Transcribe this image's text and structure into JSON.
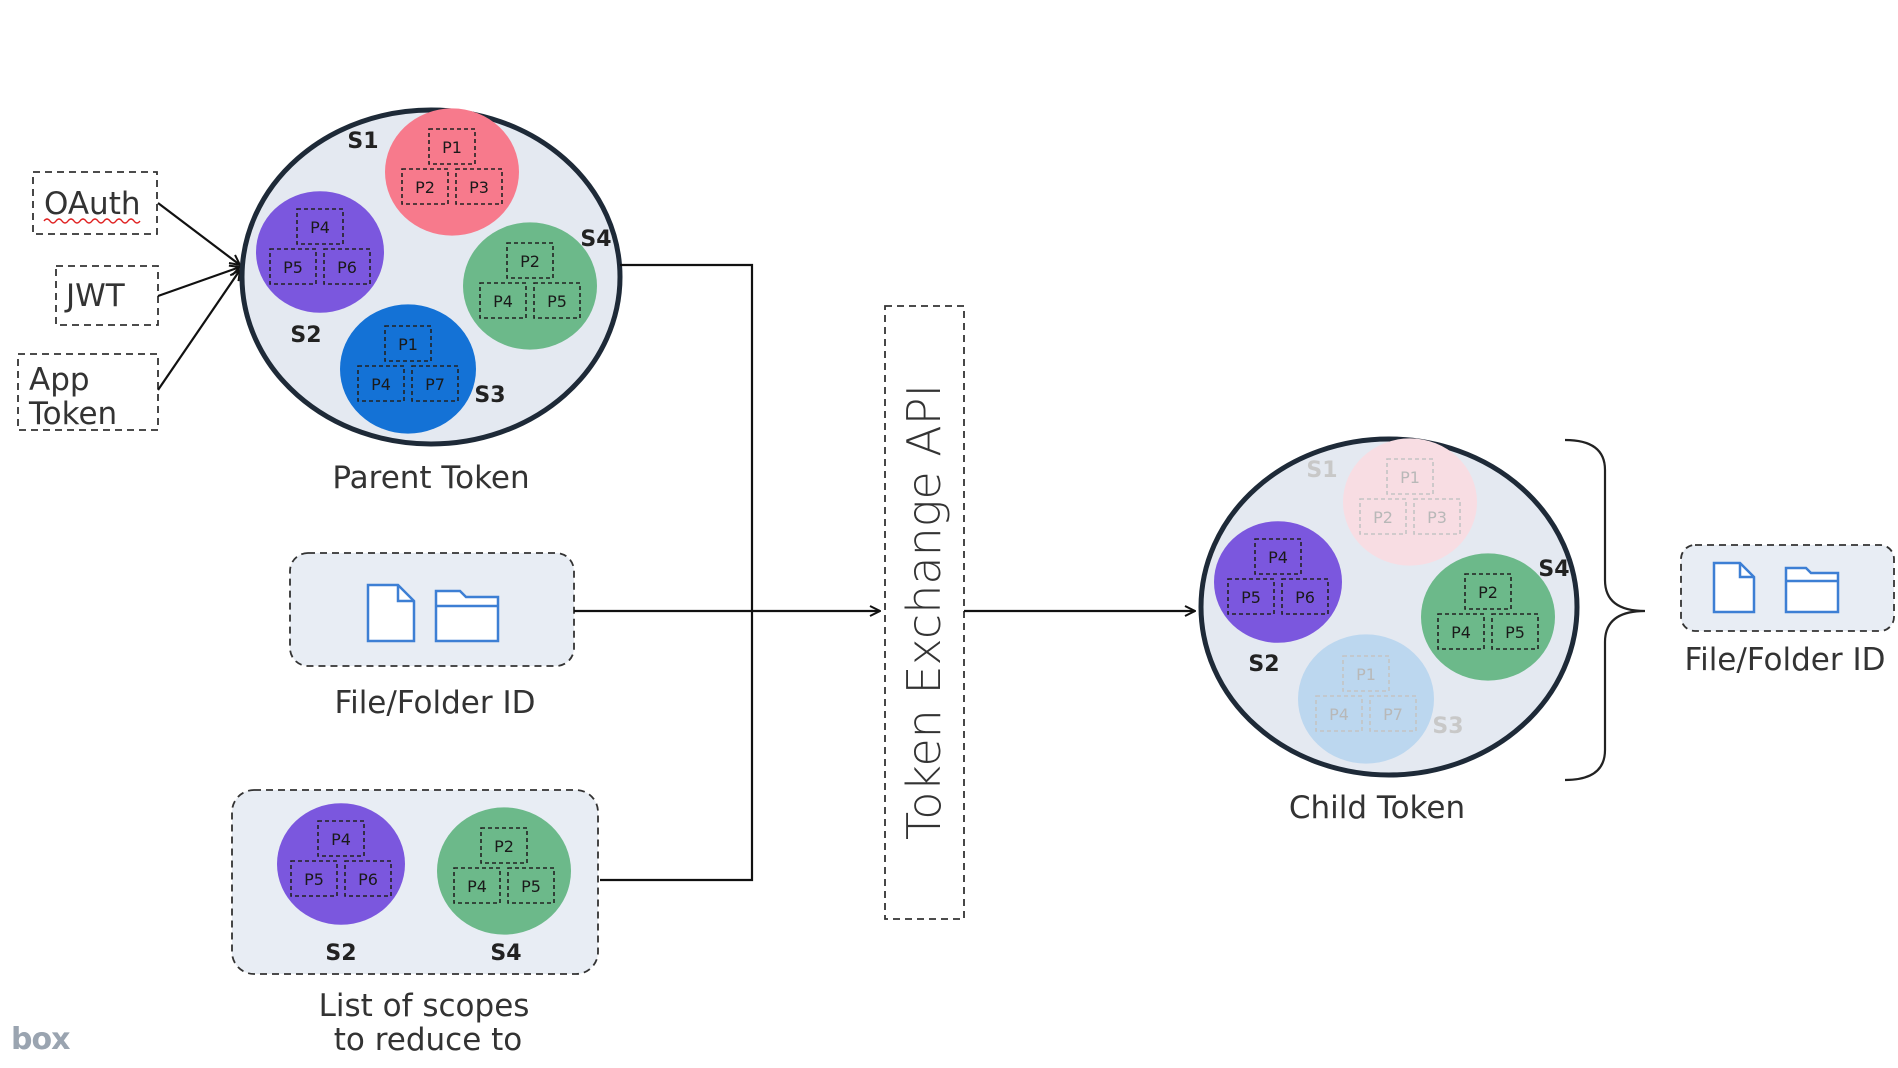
{
  "inputs": {
    "oauth": "OAuth",
    "jwt": "JWT",
    "app_token_line1": "App",
    "app_token_line2": "Token"
  },
  "parent_token": {
    "label": "Parent Token",
    "scopes": [
      {
        "name": "S1",
        "color": "#f77a8c",
        "permissions": [
          "P1",
          "P2",
          "P3"
        ]
      },
      {
        "name": "S2",
        "color": "#7b57de",
        "permissions": [
          "P4",
          "P5",
          "P6"
        ]
      },
      {
        "name": "S3",
        "color": "#1472d6",
        "permissions": [
          "P1",
          "P4",
          "P7"
        ]
      },
      {
        "name": "S4",
        "color": "#6cb98a",
        "permissions": [
          "P2",
          "P4",
          "P5"
        ]
      }
    ]
  },
  "file_folder": {
    "label": "File/Folder ID",
    "icons": [
      "file-icon",
      "folder-icon"
    ]
  },
  "scope_list": {
    "label_line1": "List of scopes",
    "label_line2": "to reduce to",
    "scopes": [
      {
        "name": "S2",
        "color": "#7b57de",
        "permissions": [
          "P4",
          "P5",
          "P6"
        ]
      },
      {
        "name": "S4",
        "color": "#6cb98a",
        "permissions": [
          "P2",
          "P4",
          "P5"
        ]
      }
    ]
  },
  "api": {
    "label": "Token Exchange API"
  },
  "child_token": {
    "label": "Child Token",
    "scopes": [
      {
        "name": "S1",
        "color": "#f8dde3",
        "permissions": [
          "P1",
          "P2",
          "P3"
        ],
        "faded": true
      },
      {
        "name": "S2",
        "color": "#7b57de",
        "permissions": [
          "P4",
          "P5",
          "P6"
        ],
        "faded": false
      },
      {
        "name": "S3",
        "color": "#bcd7ef",
        "permissions": [
          "P1",
          "P4",
          "P7"
        ],
        "faded": true
      },
      {
        "name": "S4",
        "color": "#6cb98a",
        "permissions": [
          "P2",
          "P4",
          "P5"
        ],
        "faded": false
      }
    ]
  },
  "child_file_folder": {
    "label": "File/Folder ID"
  },
  "branding": {
    "logo": "box"
  },
  "colors": {
    "icon_blue": "#3d7fd4",
    "token_fill": "#e4e9f1",
    "token_stroke": "#1e2a38"
  }
}
